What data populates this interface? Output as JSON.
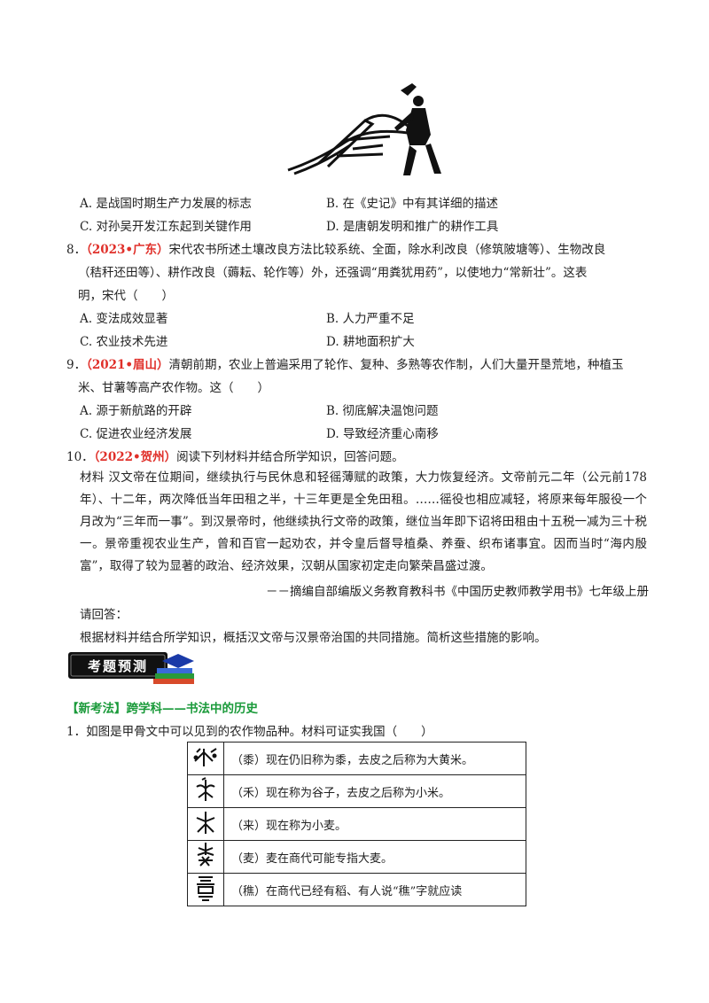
{
  "q7": {
    "options": [
      {
        "label": "A.",
        "text": "是战国时期生产力发展的标志"
      },
      {
        "label": "B.",
        "text": "在《史记》中有其详细的描述"
      },
      {
        "label": "C.",
        "text": "对孙吴开发江东起到关键作用"
      },
      {
        "label": "D.",
        "text": "是唐朝发明和推广的耕作工具"
      }
    ]
  },
  "q8": {
    "number": "8．",
    "source": "（2023•广东）",
    "line1": "宋代农书所述土壤改良方法比较系统、全面，除水利改良（修筑陂塘等）、生物改良",
    "line2": "（秸秆还田等）、耕作改良（薅耘、轮作等）外，还强调“用粪犹用药”，以使地力“常新壮”。这表",
    "line3": "明，宋代（　　）",
    "options": [
      {
        "label": "A.",
        "text": "变法成效显著"
      },
      {
        "label": "B.",
        "text": "人力严重不足"
      },
      {
        "label": "C.",
        "text": "农业技术先进"
      },
      {
        "label": "D.",
        "text": "耕地面积扩大"
      }
    ]
  },
  "q9": {
    "number": "9．",
    "source": "（2021•眉山）",
    "line1": "清朝前期，农业上普遍采用了轮作、复种、多熟等农作制，人们大量开垦荒地，种植玉",
    "line2": "米、甘薯等高产农作物。这（　　）",
    "options": [
      {
        "label": "A.",
        "text": "源于新航路的开辟"
      },
      {
        "label": "B.",
        "text": "彻底解决温饱问题"
      },
      {
        "label": "C.",
        "text": "促进农业经济发展"
      },
      {
        "label": "D.",
        "text": "导致经济重心南移"
      }
    ]
  },
  "q10": {
    "number": "10．",
    "source": "（2022•贺州）",
    "intro": "阅读下列材料并结合所学知识，回答问题。",
    "material": "材料 汉文帝在位期间，继续执行与民休息和轻徭薄赋的政策，大力恢复经济。文帝前元二年（公元前178年）、十二年，两次降低当年田租之半，十三年更是全免田租。……徭役也相应减轻，将原来每年服役一个月改为“三年而一事”。到汉景帝时，他继续执行文帝的政策，继位当年即下诏将田租由十五税一减为三十税一。景帝重视农业生产，曾和百官一起劝农，并令皇后督导植桑、养蚕、织布诸事宜。因而当时“海内殷富”，取得了较为显著的政治、经济效果，汉朝从国家初定走向繁荣昌盛过渡。",
    "citation": "－－摘编自部编版义务教育教科书《中国历史教师教学用书》七年级上册",
    "prompt": "请回答：",
    "task": "根据材料并结合所学知识，概括汉文帝与汉景帝治国的共同措施。简析这些措施的影响。"
  },
  "badge": {
    "text": "考题预测"
  },
  "section": {
    "tag": "【新考法】",
    "title": "跨学科——书法中的历史"
  },
  "q1": {
    "stem": "1．如图是甲骨文中可以见到的农作物品种。材料可证实我国（　　）",
    "rows": [
      {
        "text": "（黍）现在仍旧称为黍，去皮之后称为大黄米。"
      },
      {
        "text": "（禾）现在称为谷子，去皮之后称为小米。"
      },
      {
        "text": "（来）现在称为小麦。"
      },
      {
        "text": "（麦）麦在商代可能专指大麦。"
      },
      {
        "text": "（穛）在商代已经有稻、有人说“穛”字就应读"
      }
    ]
  }
}
